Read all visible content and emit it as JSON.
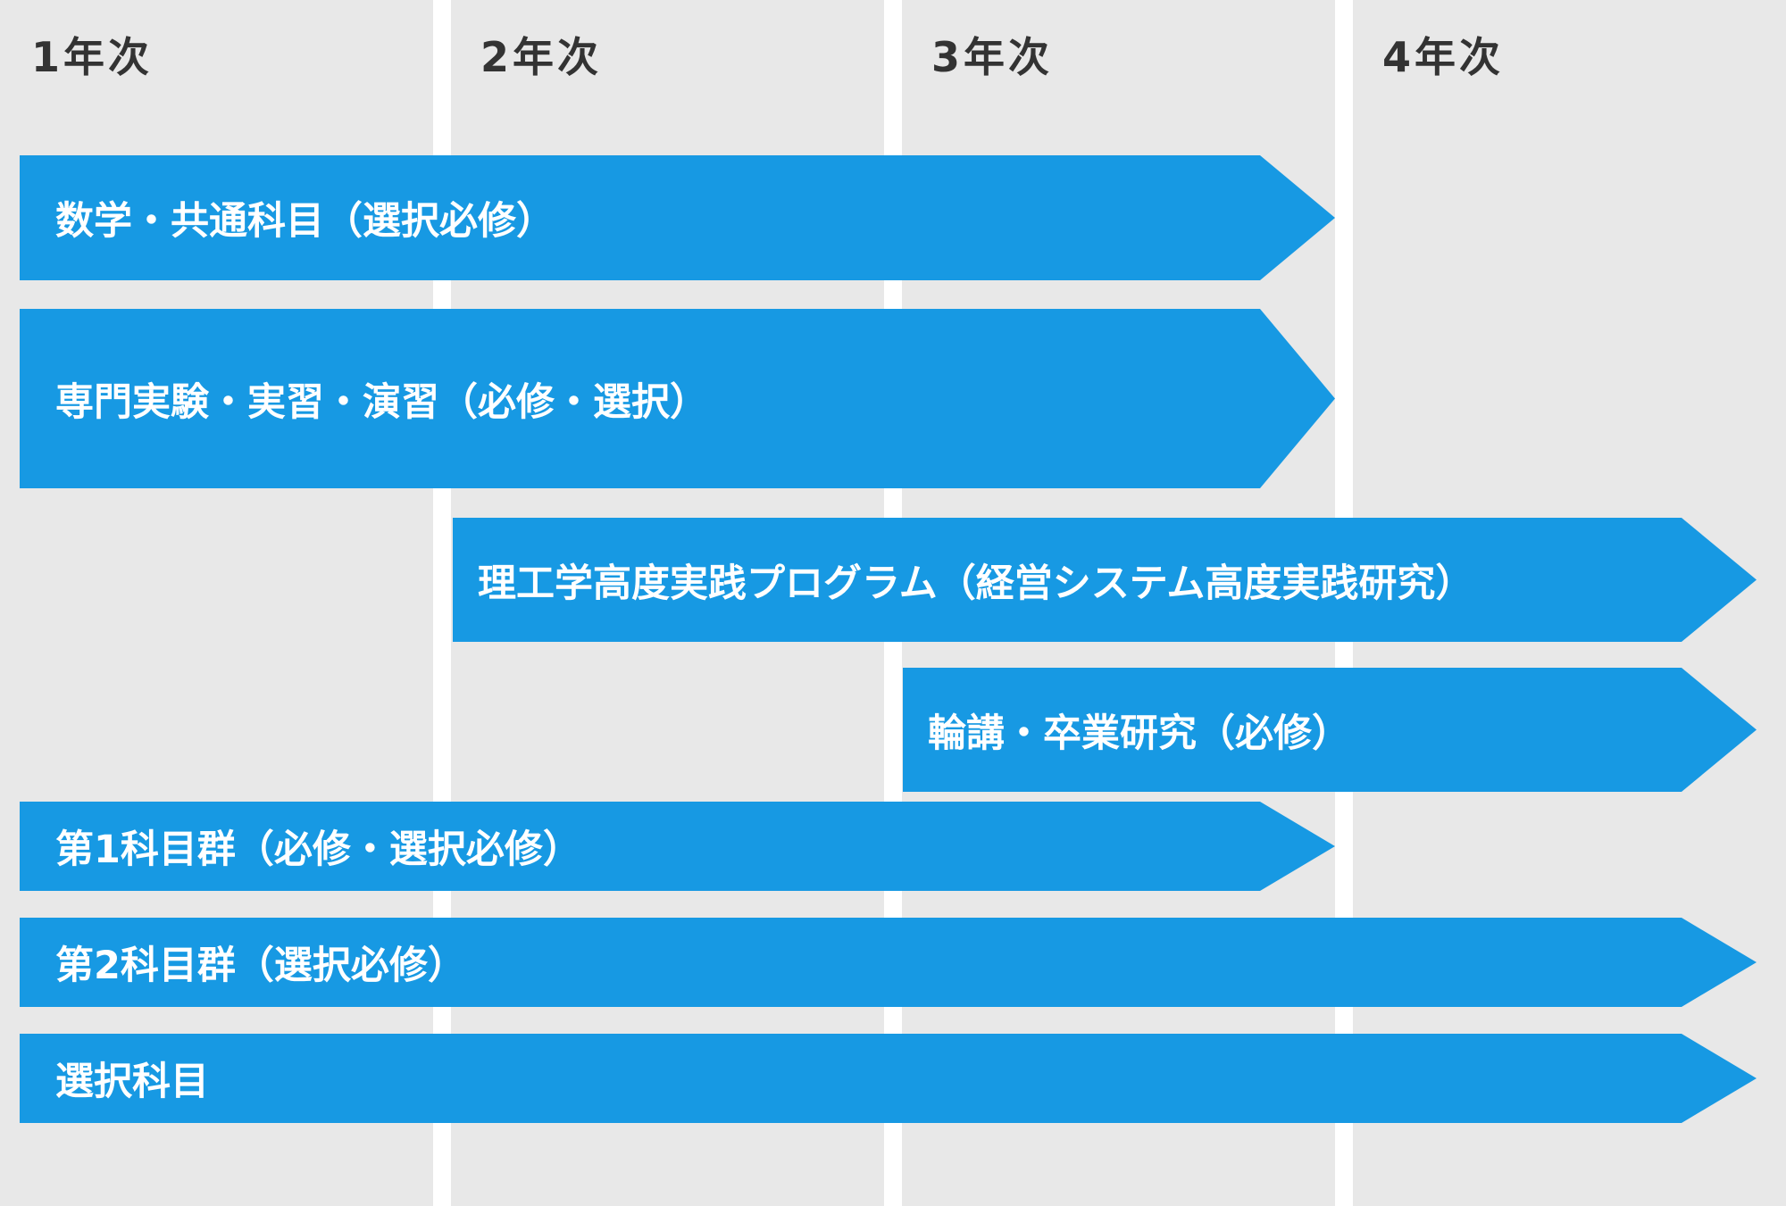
{
  "diagram": {
    "background": "#e8e8e8",
    "bar_color": "#1799e3",
    "year_columns": [
      {
        "label": "1年次"
      },
      {
        "label": "2年次"
      },
      {
        "label": "3年次"
      },
      {
        "label": "4年次"
      }
    ],
    "bars": [
      {
        "label": "数学・共通科目（選択必修）",
        "start_year": 1,
        "end_year": 3
      },
      {
        "label": "専門実験・実習・演習（必修・選択）",
        "start_year": 1,
        "end_year": 3
      },
      {
        "label": "理工学高度実践プログラム（経営システム高度実践研究）",
        "start_year": 2,
        "end_year": 4
      },
      {
        "label": "輪講・卒業研究（必修）",
        "start_year": 3,
        "end_year": 4
      },
      {
        "label": "第1科目群（必修・選択必修）",
        "start_year": 1,
        "end_year": 3
      },
      {
        "label": "第2科目群（選択必修）",
        "start_year": 1,
        "end_year": 4
      },
      {
        "label": "選択科目",
        "start_year": 1,
        "end_year": 4
      }
    ]
  }
}
